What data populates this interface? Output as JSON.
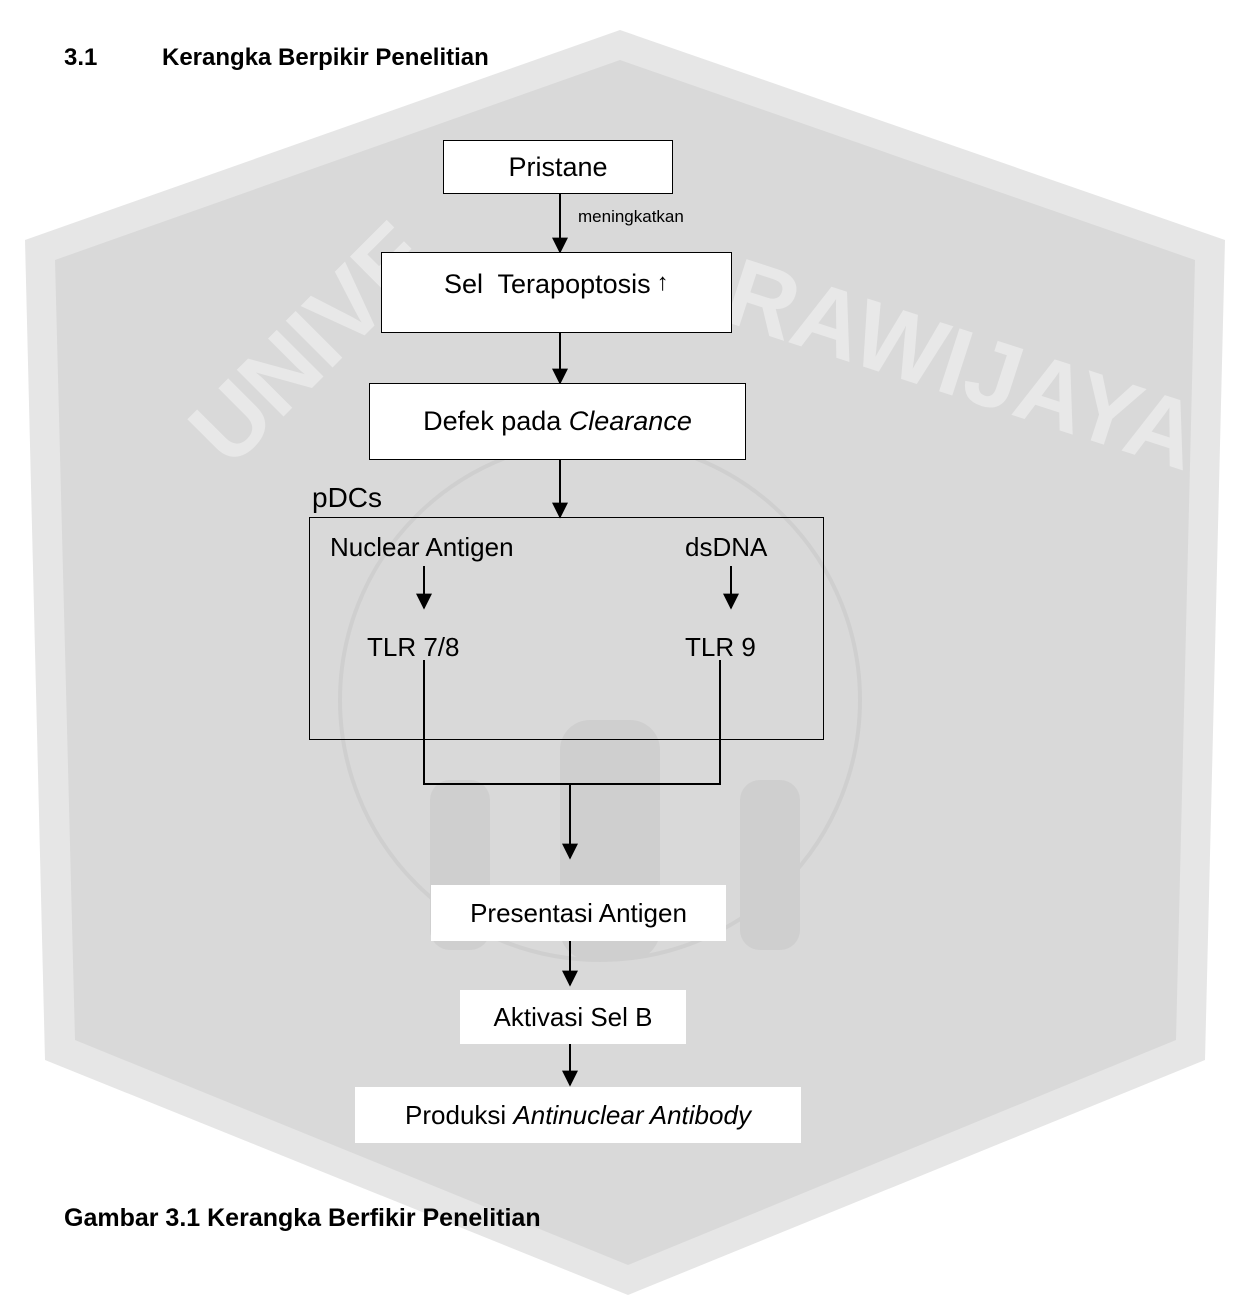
{
  "watermark": {
    "text_top": "UNIVERSITAS BRAWIJAYA",
    "color": "#d9d9d9"
  },
  "heading": {
    "number": "3.1",
    "title": "Kerangka Berpikir Penelitian"
  },
  "diagram": {
    "pristane": "Pristane",
    "edge_label": "meningkatkan",
    "apoptosis": "Sel  Terapoptosis",
    "apoptosis_arrow": "↑",
    "defek_prefix": "Defek pada ",
    "defek_italic": "Clearance",
    "pdcs_label": "pDCs",
    "nuclear_antigen": "Nuclear Antigen",
    "dsdna": "dsDNA",
    "tlr78": "TLR 7/8",
    "tlr9": "TLR 9",
    "presentasi": "Presentasi Antigen",
    "aktivasi": "Aktivasi Sel B",
    "produksi_prefix": "Produksi ",
    "produksi_italic": "Antinuclear Antibody"
  },
  "caption": "Gambar 3.1 Kerangka Berfikir Penelitian"
}
